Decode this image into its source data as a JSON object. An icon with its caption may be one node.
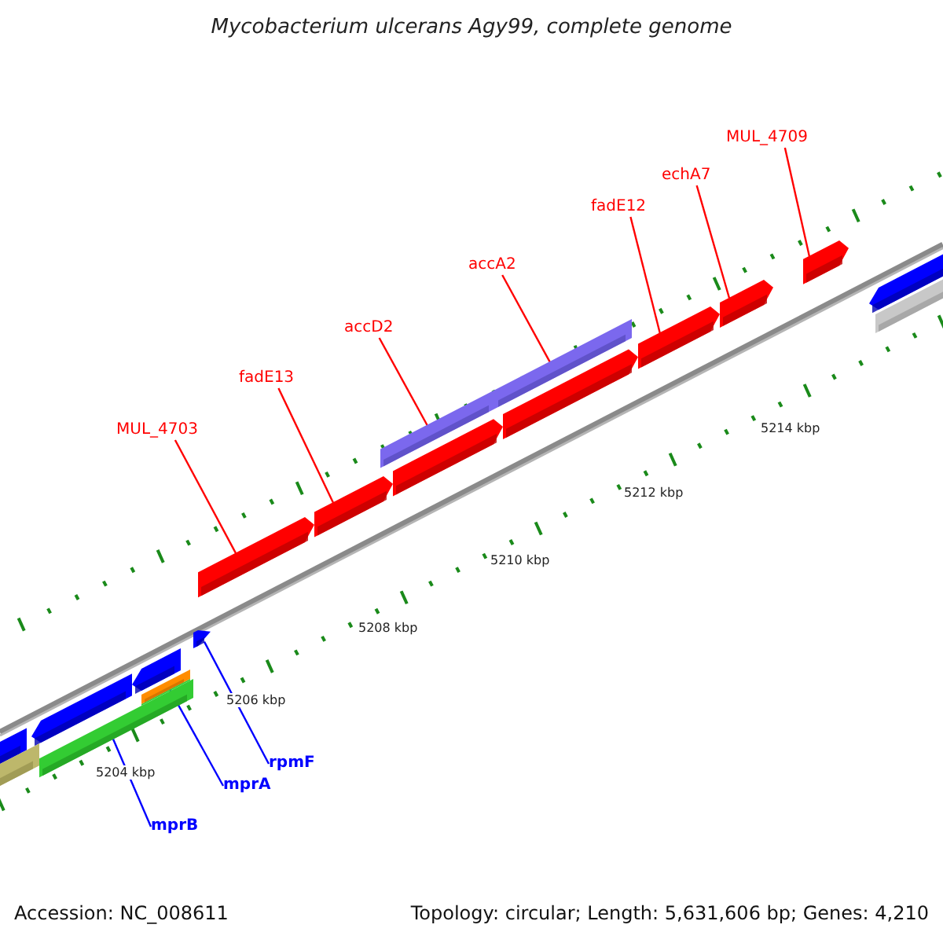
{
  "diagram": {
    "title": "Mycobacterium ulcerans Agy99, complete genome",
    "nodes": [
      {
        "text": [
          "MUL_4709"
        ]
      },
      {
        "text": [
          "echA7"
        ]
      },
      {
        "text": [
          "fadE12"
        ]
      },
      {
        "text": [
          "accA2"
        ]
      },
      {
        "text": [
          "accD2"
        ]
      },
      {
        "text": [
          "fadE13"
        ]
      },
      {
        "text": [
          "MUL_4703"
        ]
      },
      {
        "text": [
          "rpmF"
        ]
      },
      {
        "text": [
          "mprA"
        ]
      },
      {
        "text": [
          "mprB"
        ]
      },
      {
        "text": [],
        "shape": "bar"
      },
      {
        "text": [],
        "shape": "bar"
      },
      {
        "text": [],
        "shape": "bar"
      },
      {
        "text": [],
        "shape": "bar"
      },
      {
        "text": [],
        "shape": "bar"
      },
      {
        "text": [],
        "shape": "bar"
      },
      {
        "text": [],
        "shape": "bar"
      },
      {
        "text": [],
        "shape": "bar"
      },
      {
        "text": [],
        "shape": "bar"
      },
      {
        "text": [],
        "shape": "bar"
      }
    ],
    "edges": [
      {
        "from": 0,
        "to": 19,
        "arrow": "none"
      },
      {
        "from": 1,
        "to": 18,
        "arrow": "none"
      },
      {
        "from": 2,
        "to": 17,
        "arrow": "none"
      },
      {
        "from": 3,
        "to": 16,
        "arrow": "none"
      },
      {
        "from": 4,
        "to": 15,
        "arrow": "none"
      },
      {
        "from": 5,
        "to": 14,
        "arrow": "none"
      },
      {
        "from": 6,
        "to": 13,
        "arrow": "none"
      },
      {
        "from": 7,
        "to": 12,
        "arrow": "none",
        "color": "#0000ff"
      },
      {
        "from": 8,
        "to": 11,
        "arrow": "none",
        "color": "#0000ff"
      },
      {
        "from": 9,
        "to": 10,
        "arrow": "none",
        "color": "#0000ff"
      }
    ],
    "labels": [
      "5214 kbp",
      "5212 kbp",
      "5210 kbp",
      "5208 kbp",
      "5206 kbp",
      "5204 kbp",
      "Accession: NC_008611",
      "Topology: circular; Length: 5,631,606 bp; Genes: 4,210"
    ]
  }
}
